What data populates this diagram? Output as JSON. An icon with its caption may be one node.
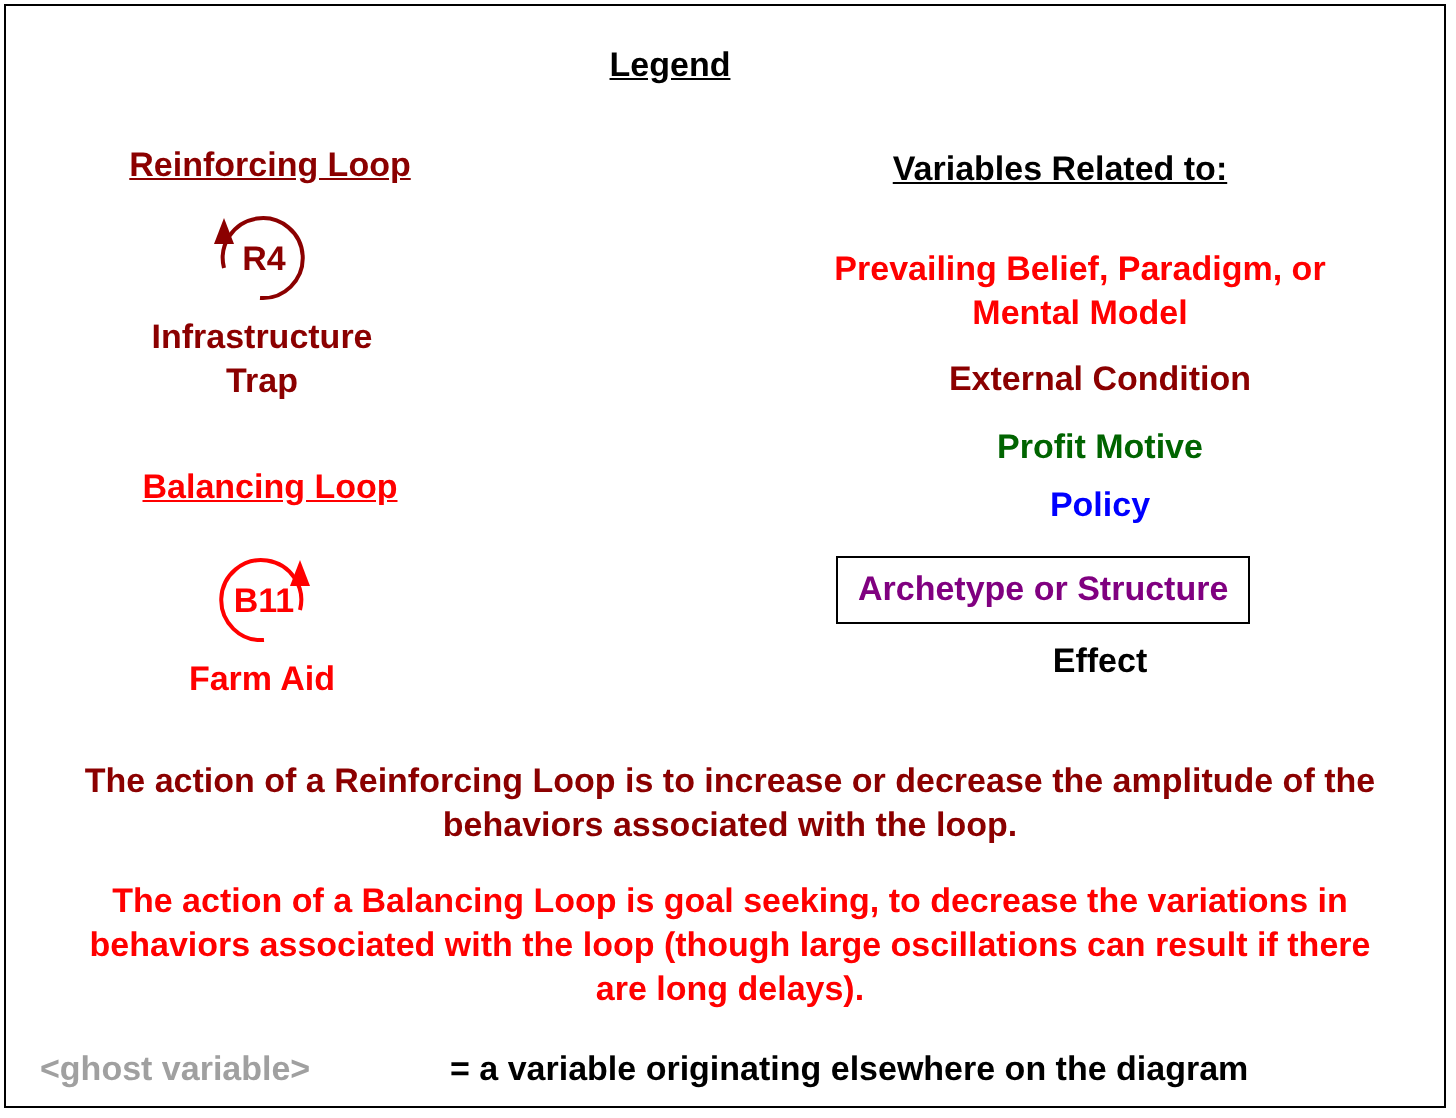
{
  "diagram": {
    "title": "Legend",
    "nodes": [
      {
        "text": [
          "R4"
        ],
        "beside": [
          "Infrastructure Trap"
        ]
      },
      {
        "text": [
          "B11"
        ],
        "beside": [
          "Farm Aid"
        ]
      },
      {
        "text": [
          "Archetype or Structure"
        ]
      }
    ],
    "labels": [
      "Reinforcing Loop",
      "Variables Related to:",
      "Prevailing Belief, Paradigm, or Mental Model",
      "External Condition",
      "Profit Motive",
      "Balancing Loop",
      "Policy",
      "Effect",
      "The action of a Reinforcing Loop is to increase or decrease the amplitude of the behaviors associated with the loop.",
      "The action of a Balancing Loop is goal seeking, to decrease the variations in behaviors associated with the loop (though large oscillations can result if there are long delays).",
      "<ghost variable>",
      "= a variable originating elsewhere on the diagram"
    ]
  }
}
